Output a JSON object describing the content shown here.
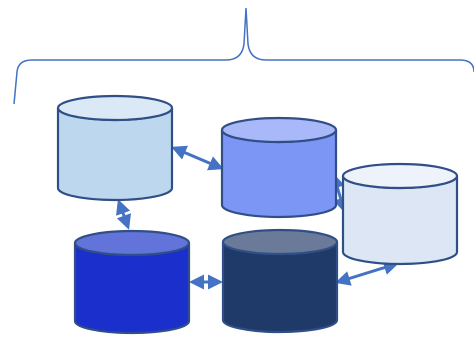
{
  "diagram": {
    "stroke_color": "#2f4f86",
    "connector_color": "#4472c4",
    "brace_color": "#4472c4",
    "databases": [
      {
        "id": "db-top-left",
        "body_color": "#bdd7ee",
        "top_color": "#dbe9f7"
      },
      {
        "id": "db-center-right",
        "body_color": "#7b96f5",
        "top_color": "#a9b8f8"
      },
      {
        "id": "db-far-right",
        "body_color": "#dce6f5",
        "top_color": "#eef3fb"
      },
      {
        "id": "db-bottom-left",
        "body_color": "#1a2fcc",
        "top_color": "#6273d9"
      },
      {
        "id": "db-bottom-center",
        "body_color": "#1f3a68",
        "top_color": "#6b7a99"
      }
    ],
    "connections": [
      {
        "from": "db-top-left",
        "to": "db-center-right"
      },
      {
        "from": "db-top-left",
        "to": "db-bottom-left"
      },
      {
        "from": "db-center-right",
        "to": "db-far-right"
      },
      {
        "from": "db-bottom-left",
        "to": "db-bottom-center"
      },
      {
        "from": "db-bottom-center",
        "to": "db-far-right"
      }
    ]
  }
}
